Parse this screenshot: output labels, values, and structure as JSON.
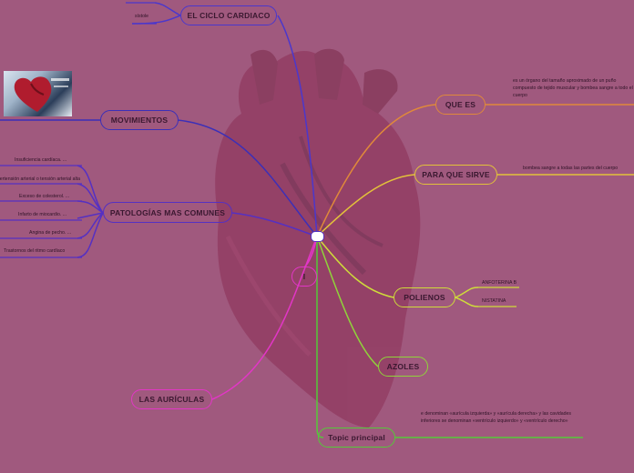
{
  "central": {
    "label": ""
  },
  "branches": {
    "ciclo": {
      "label": "EL CICLO CARDIACO",
      "color": "#4b37cc",
      "leaves": [
        "sístole"
      ]
    },
    "movimientos": {
      "label": "MOVIMIENTOS",
      "color": "#3b2fb8"
    },
    "patologias": {
      "label": "PATOLOGÍAS MAS COMUNES",
      "color": "#5530c2",
      "leaves": [
        "Insuficiencia cardíaca. ...",
        "Hipertensión arterial o tensión arterial alta. ...",
        "Exceso de colesterol. ...",
        "Infarto de miocardio. ...",
        "Angina de pecho. ...",
        "Trastornos del ritmo cardíaco"
      ]
    },
    "quees": {
      "label": "QUE ES",
      "color": "#e0893a",
      "text": "es un órgano del tamaño aproximado de un puño compuesto de tejido muscular y bombea sangre a todo el cuerpo"
    },
    "parasirve": {
      "label": "PARA QUE SIRVE",
      "color": "#e3c23a",
      "text": "bombea sangre a todas las partes del cuerpo"
    },
    "polienos": {
      "label": "POLIENOS",
      "color": "#cfdc3a",
      "leaves": [
        "ANFOTERINA B",
        "NISTATINA"
      ]
    },
    "azoles": {
      "label": "AZOLES",
      "color": "#8fd43a"
    },
    "topic": {
      "label": "Topic principal",
      "color": "#55c93a",
      "text": "e denominan «aurícula izquierda» y «aurícula derecha» y las cavidades inferiores se denominan «ventrículo izquierdo» y «ventrículo derecho»"
    },
    "auriculas": {
      "label": "LAS AURÍCULAS",
      "color": "#e236c6"
    },
    "small": {
      "label": "I",
      "color": "#e236c6"
    }
  }
}
